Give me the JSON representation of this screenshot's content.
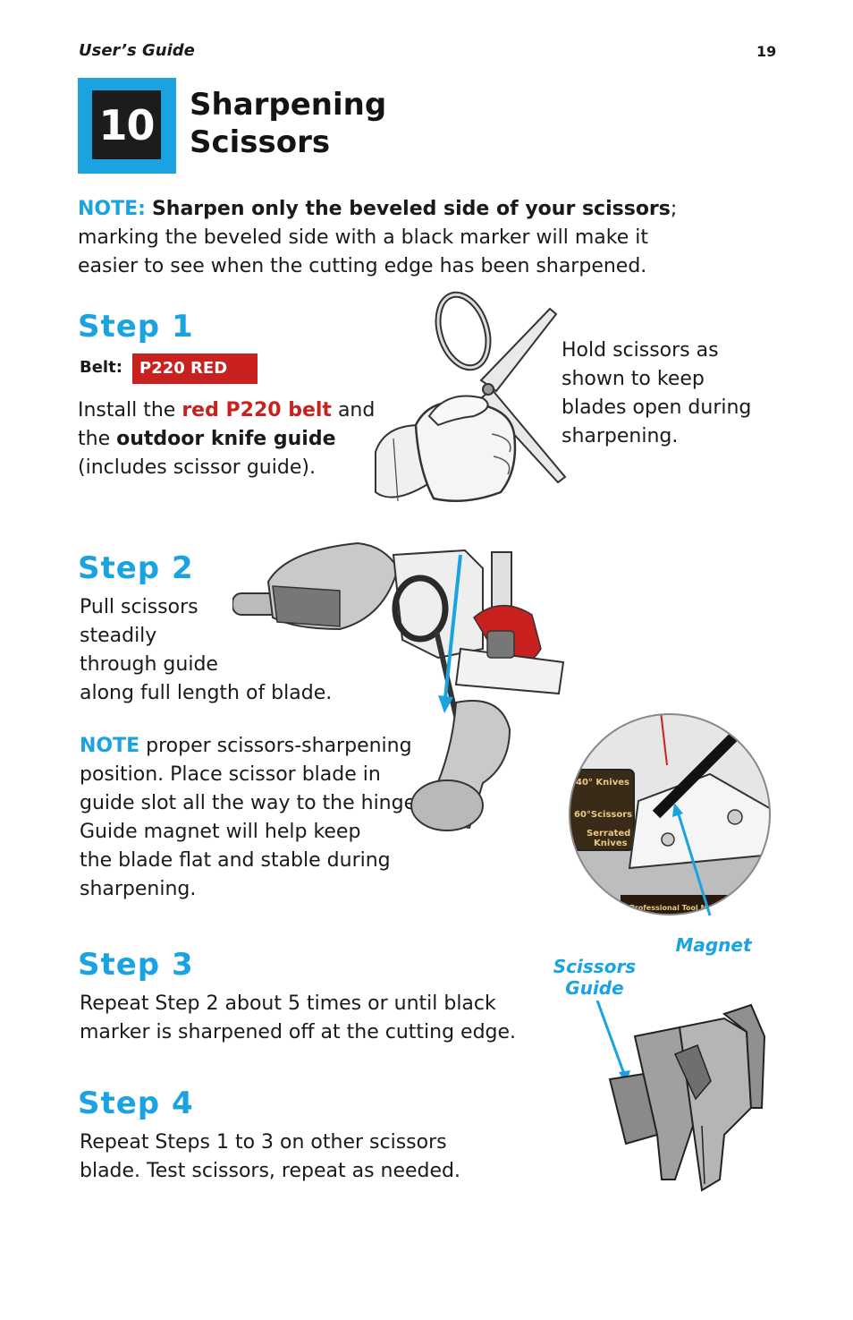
{
  "header": {
    "guide_title": "User’s Guide",
    "page_number": "19"
  },
  "section": {
    "number": "10",
    "title_line1": "Sharpening",
    "title_line2": "Scissors"
  },
  "note": {
    "label": "NOTE:",
    "bold_text": "Sharpen only the beveled side of your scissors",
    "after_bold": ";",
    "line2": "marking the beveled side with a black marker will make it",
    "line3": "easier to see when the cutting edge has been sharpened."
  },
  "step1": {
    "heading": "Step 1",
    "belt_label": "Belt:",
    "belt_value": "P220 RED",
    "text_a": "Install the ",
    "text_red": "red P220 belt",
    "text_b": " and",
    "text_c": "the ",
    "text_bold": "outdoor knife guide",
    "text_d": "(includes scissor guide).",
    "side_line1": "Hold scissors as",
    "side_line2": "shown to keep",
    "side_line3": "blades open during",
    "side_line4": "sharpening."
  },
  "step2": {
    "heading": "Step 2",
    "line1": "Pull scissors",
    "line2": "steadily",
    "line3": "through guide",
    "line4": "along full length of blade.",
    "note_label": "NOTE",
    "note_line1": " proper scissors-sharpening",
    "note_line2": "position. Place scissor blade in",
    "note_line3": "guide slot all the way to the hinge.",
    "note_line4": "Guide magnet will help keep",
    "note_line5": "the blade flat and stable during",
    "note_line6": "sharpening."
  },
  "guide_panel": {
    "label_40": "40° Knives",
    "label_60": "60°Scissors",
    "label_serrated": "Serrated",
    "label_knives": "Knives",
    "label_brand": "Professional Tool Ma"
  },
  "callouts": {
    "magnet": "Magnet",
    "scissors_guide_line1": "Scissors",
    "scissors_guide_line2": "Guide"
  },
  "step3": {
    "heading": "Step 3",
    "line1": "Repeat Step 2 about 5 times or until black",
    "line2": "marker is sharpened off at the cutting edge."
  },
  "step4": {
    "heading": "Step 4",
    "line1": "Repeat Steps 1 to 3 on other scissors",
    "line2": "blade. Test scissors, repeat as needed."
  },
  "colors": {
    "accent_blue": "#1aa3e0",
    "belt_red": "#c8211f",
    "text_dark": "#1a1a1a"
  }
}
